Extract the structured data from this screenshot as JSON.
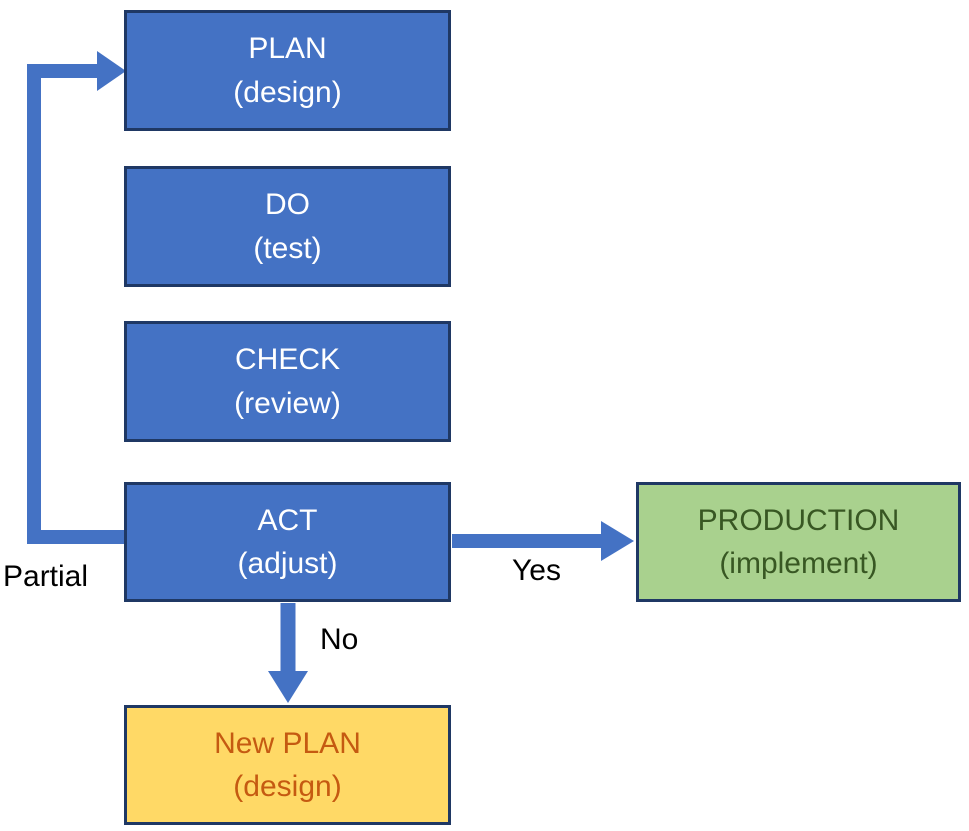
{
  "nodes": {
    "plan": {
      "title": "PLAN",
      "subtitle": "(design)"
    },
    "do": {
      "title": "DO",
      "subtitle": "(test)"
    },
    "check": {
      "title": "CHECK",
      "subtitle": "(review)"
    },
    "act": {
      "title": "ACT",
      "subtitle": "(adjust)"
    },
    "production": {
      "title": "PRODUCTION",
      "subtitle": "(implement)"
    },
    "new_plan": {
      "title": "New PLAN",
      "subtitle": "(design)"
    }
  },
  "edges": {
    "partial": {
      "label": "Partial",
      "from": "ACT",
      "to": "PLAN"
    },
    "yes": {
      "label": "Yes",
      "from": "ACT",
      "to": "PRODUCTION"
    },
    "no": {
      "label": "No",
      "from": "ACT",
      "to": "New PLAN"
    }
  },
  "colors": {
    "process_fill": "#4472C4",
    "process_text": "#FFFFFF",
    "box_border": "#1F3864",
    "production_fill": "#A9D18E",
    "production_text": "#385723",
    "new_plan_fill": "#FFD966",
    "new_plan_text": "#C55A11",
    "arrow": "#4472C4",
    "edge_label_text": "#000000"
  }
}
